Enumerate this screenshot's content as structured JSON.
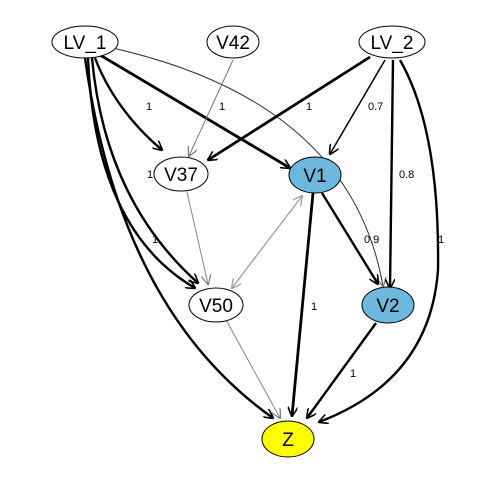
{
  "nodes": {
    "LV_1": {
      "label": "LV_1",
      "fill": "#ffffff"
    },
    "V42": {
      "label": "V42",
      "fill": "#ffffff"
    },
    "LV_2": {
      "label": "LV_2",
      "fill": "#ffffff"
    },
    "V37": {
      "label": "V37",
      "fill": "#ffffff"
    },
    "V1": {
      "label": "V1",
      "fill": "#6fb8dd"
    },
    "V50": {
      "label": "V50",
      "fill": "#ffffff"
    },
    "V2": {
      "label": "V2",
      "fill": "#6fb8dd"
    },
    "Z": {
      "label": "Z",
      "fill": "#ffff00"
    }
  },
  "edges": [
    {
      "from": "LV_1",
      "to": "V37",
      "label": "1",
      "style": "thick"
    },
    {
      "from": "LV_1",
      "to": "V1",
      "label": "1",
      "style": "thick"
    },
    {
      "from": "LV_1",
      "to": "V50",
      "label": "1",
      "style": "thick"
    },
    {
      "from": "LV_1",
      "to": "V50",
      "label": "1",
      "style": "thick"
    },
    {
      "from": "LV_1",
      "to": "Z",
      "label": "",
      "style": "thick"
    },
    {
      "from": "LV_1",
      "to": "V2",
      "label": "",
      "style": "thin"
    },
    {
      "from": "V42",
      "to": "V37",
      "label": "",
      "style": "thin"
    },
    {
      "from": "LV_2",
      "to": "V37",
      "label": "1",
      "style": "thick"
    },
    {
      "from": "LV_2",
      "to": "V1",
      "label": "0.7",
      "style": "medium"
    },
    {
      "from": "LV_2",
      "to": "V2",
      "label": "0.8",
      "style": "thick"
    },
    {
      "from": "LV_2",
      "to": "Z",
      "label": "1",
      "style": "thick"
    },
    {
      "from": "V37",
      "to": "V50",
      "label": "",
      "style": "thin"
    },
    {
      "from": "V50",
      "to": "V1",
      "label": "",
      "style": "bidirected"
    },
    {
      "from": "V1",
      "to": "V2",
      "label": "0.9",
      "style": "thick"
    },
    {
      "from": "V1",
      "to": "Z",
      "label": "1",
      "style": "thick"
    },
    {
      "from": "V50",
      "to": "Z",
      "label": "",
      "style": "thin"
    },
    {
      "from": "V2",
      "to": "Z",
      "label": "1",
      "style": "thick"
    }
  ],
  "colors": {
    "edge": "#000000",
    "thin_edge": "#777777",
    "bidirected_edge": "#999999"
  }
}
